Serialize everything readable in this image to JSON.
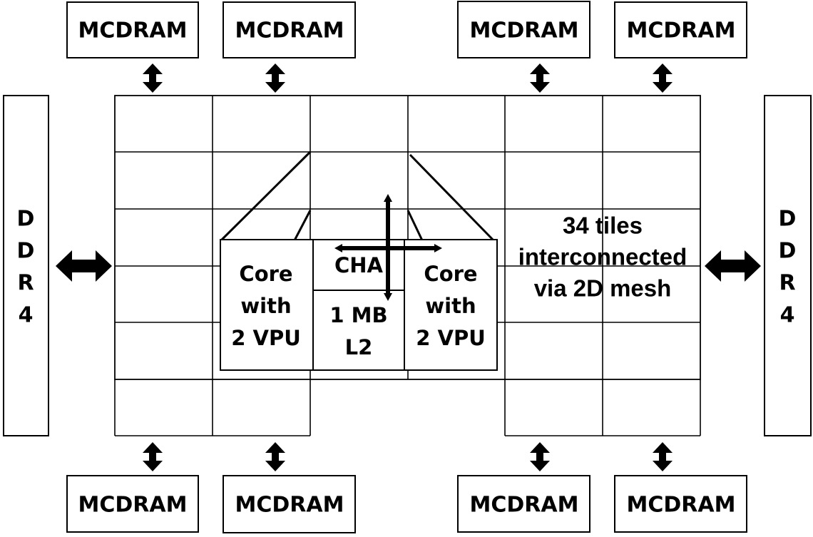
{
  "mcdram_top": [
    "MCDRAM",
    "MCDRAM",
    "MCDRAM",
    "MCDRAM"
  ],
  "mcdram_bottom": [
    "MCDRAM",
    "MCDRAM",
    "MCDRAM",
    "MCDRAM"
  ],
  "ddr_left": [
    "D",
    "D",
    "R",
    "4"
  ],
  "ddr_right": [
    "D",
    "D",
    "R",
    "4"
  ],
  "tile": {
    "core_left": [
      "Core",
      "with",
      "2 VPU"
    ],
    "cha": "CHA",
    "l2": [
      "1 MB",
      "L2"
    ],
    "core_right": [
      "Core",
      "with",
      "2 VPU"
    ]
  },
  "mesh_label": [
    "34 tiles",
    "interconnected",
    "via 2D mesh"
  ]
}
